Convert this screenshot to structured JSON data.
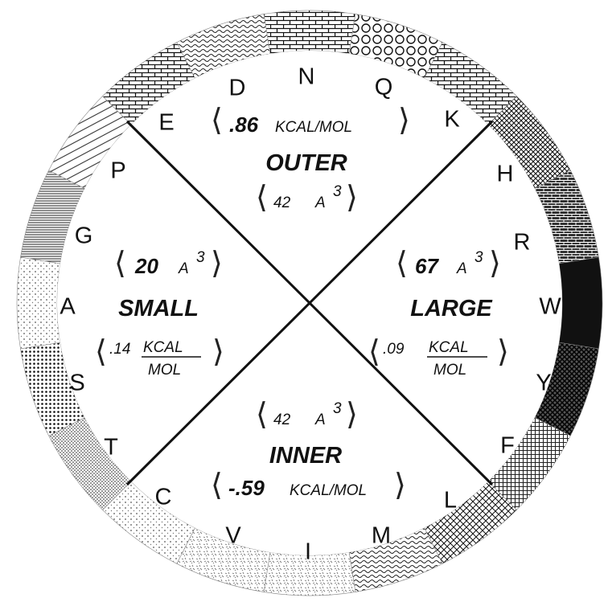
{
  "ring": {
    "letters": [
      "N",
      "Q",
      "K",
      "H",
      "R",
      "W",
      "Y",
      "F",
      "L",
      "M",
      "I",
      "V",
      "C",
      "T",
      "S",
      "A",
      "G",
      "P",
      "E",
      "D"
    ]
  },
  "quadrants": {
    "outer": {
      "energy_value": ".86",
      "energy_unit": "KCAL/MOL",
      "name": "OUTER",
      "volume_value": "42",
      "volume_unit": "A",
      "volume_exp": "3"
    },
    "small": {
      "volume_value": "20",
      "volume_unit": "A",
      "volume_exp": "3",
      "name": "SMALL",
      "energy_value": ".14",
      "energy_num": "KCAL",
      "energy_den": "MOL"
    },
    "large": {
      "volume_value": "67",
      "volume_unit": "A",
      "volume_exp": "3",
      "name": "LARGE",
      "energy_value": ".09",
      "energy_num": "KCAL",
      "energy_den": "MOL"
    },
    "inner": {
      "volume_value": "42",
      "volume_unit": "A",
      "volume_exp": "3",
      "name": "INNER",
      "energy_value": "-.59",
      "energy_unit": "KCAL/MOL"
    }
  }
}
